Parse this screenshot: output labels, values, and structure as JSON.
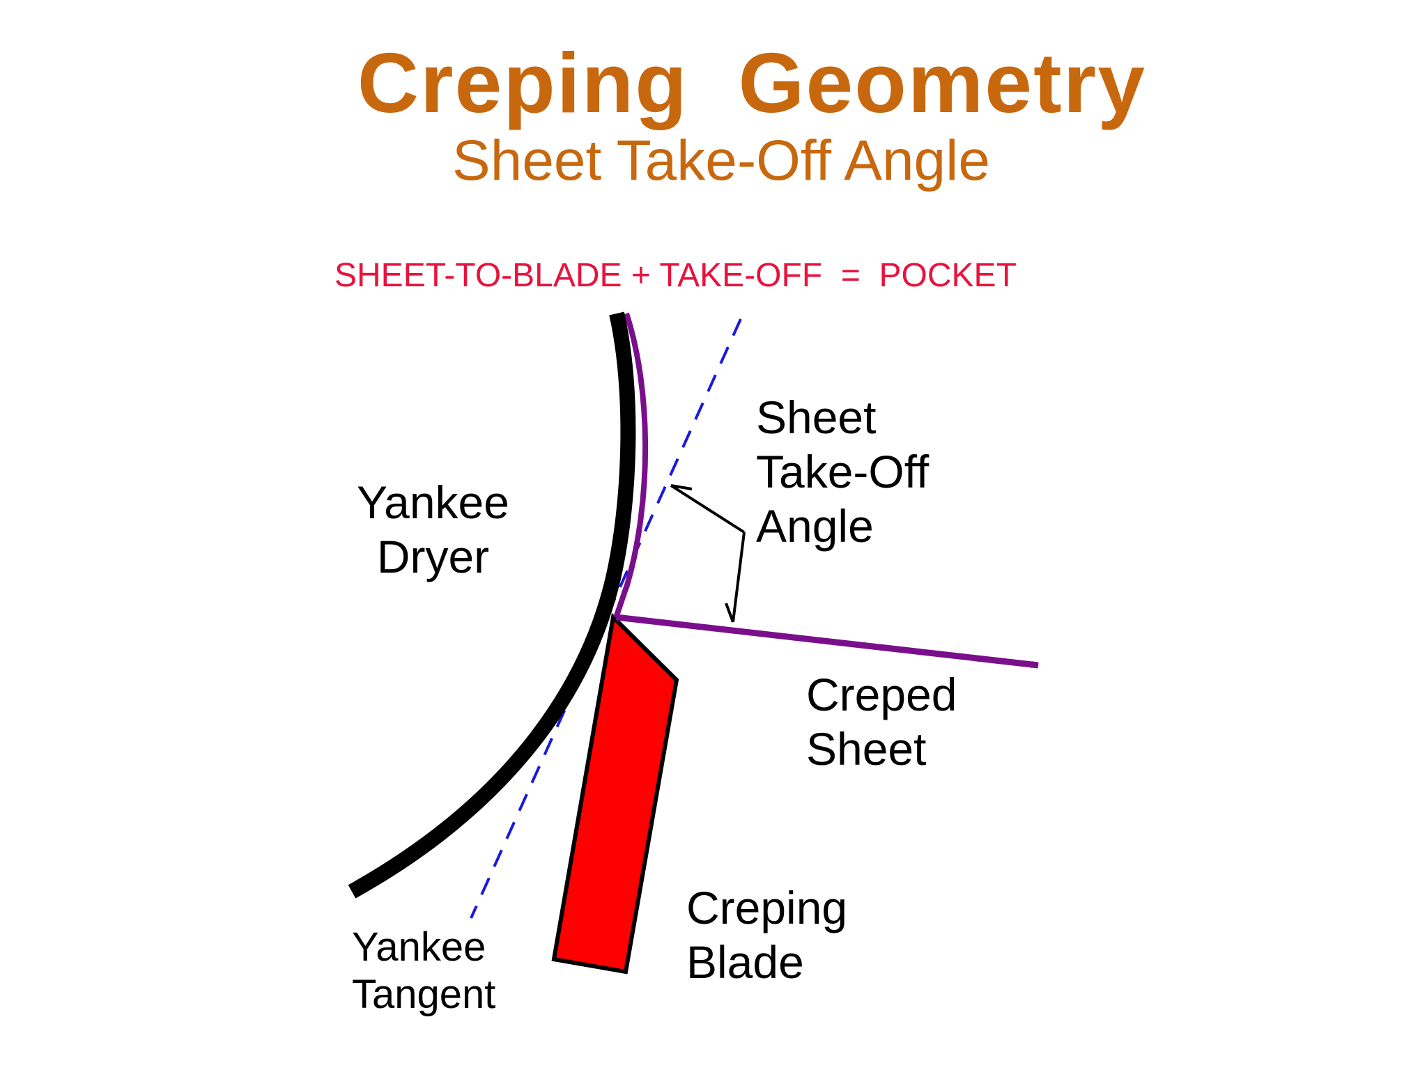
{
  "title": "Creping  Geometry",
  "subtitle": "Sheet Take-Off Angle",
  "formula": "SHEET-TO-BLADE + TAKE-OFF  =  POCKET",
  "labels": {
    "yankee_dryer": "Yankee\nDryer",
    "sheet_takeoff_angle": "Sheet\nTake-Off\nAngle",
    "creped_sheet": "Creped\nSheet",
    "creping_blade": "Creping\nBlade",
    "yankee_tangent": "Yankee\nTangent"
  },
  "colors": {
    "title": "#c8680e",
    "formula": "#e8123c",
    "dryer": "#000000",
    "sheet": "#7a0f8c",
    "blade": "#ff0000",
    "tangent": "#1a1adb"
  }
}
